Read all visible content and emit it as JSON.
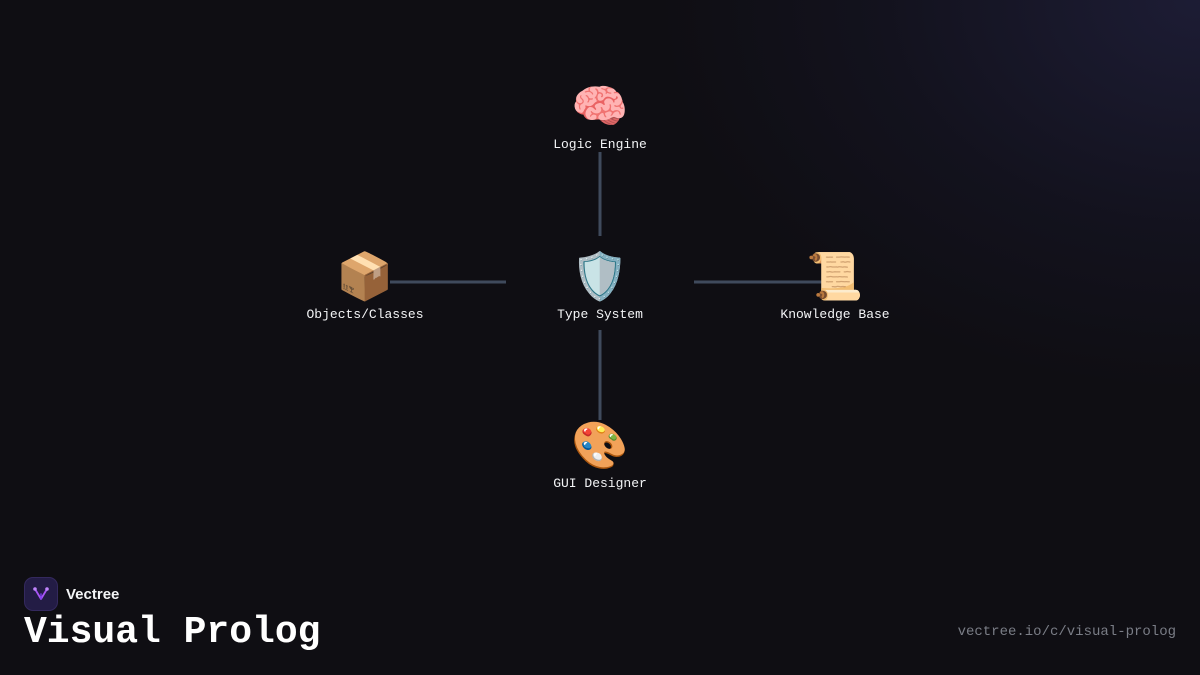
{
  "diagram": {
    "center": {
      "label": "Type System",
      "icon": "🛡️",
      "icon_name": "shield-icon"
    },
    "nodes": [
      {
        "id": "logic-engine",
        "label": "Logic Engine",
        "icon": "🧠",
        "icon_name": "brain-icon"
      },
      {
        "id": "objects-classes",
        "label": "Objects/Classes",
        "icon": "📦",
        "icon_name": "package-icon"
      },
      {
        "id": "knowledge-base",
        "label": "Knowledge Base",
        "icon": "📜",
        "icon_name": "scroll-icon"
      },
      {
        "id": "gui-designer",
        "label": "GUI Designer",
        "icon": "🎨",
        "icon_name": "palette-icon"
      }
    ],
    "edges": [
      {
        "from": "Type System",
        "to": "Logic Engine"
      },
      {
        "from": "Type System",
        "to": "Objects/Classes"
      },
      {
        "from": "Type System",
        "to": "Knowledge Base"
      },
      {
        "from": "Type System",
        "to": "GUI Designer"
      }
    ]
  },
  "brand": {
    "name": "Vectree",
    "icon_name": "vectree-logo-icon"
  },
  "page": {
    "title": "Visual Prolog",
    "url": "vectree.io/c/visual-prolog"
  },
  "colors": {
    "background": "#0f0e13",
    "connector": "#3f4a5c",
    "logo_bg": "#231c45",
    "logo_accent": "#a855f7"
  }
}
